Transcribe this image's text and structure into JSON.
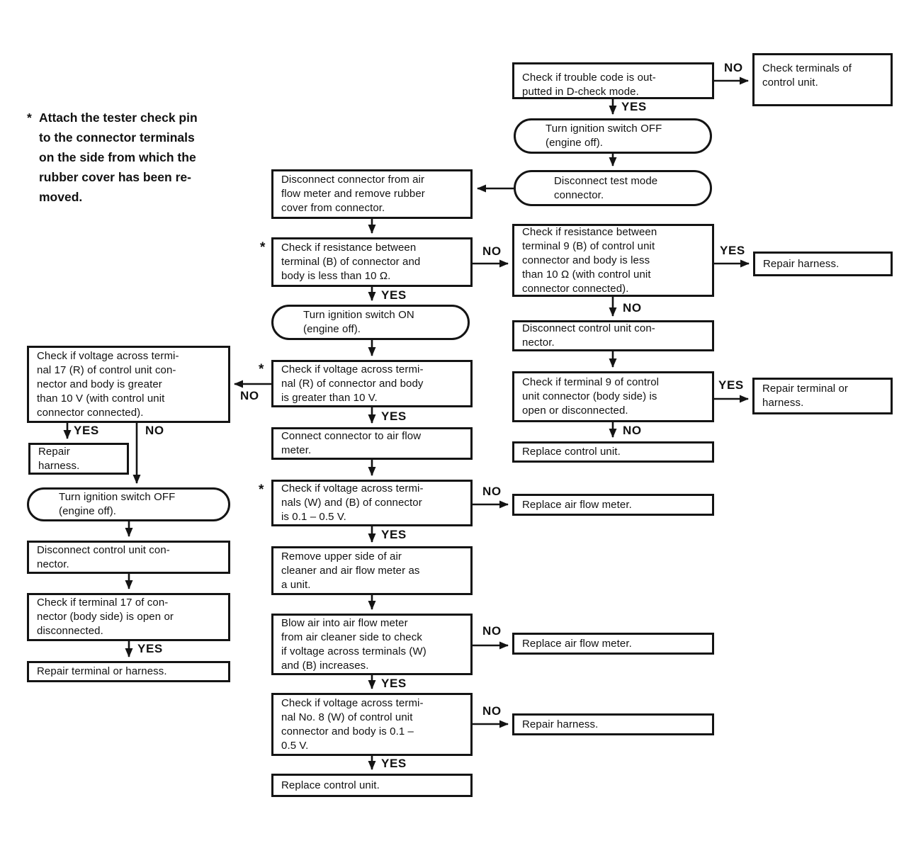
{
  "colors": {
    "ink": "#141414",
    "paper": "#ffffff"
  },
  "labels": {
    "yes": "YES",
    "no": "NO"
  },
  "note": {
    "marker": "*",
    "text": "Attach the tester check pin\nto the connector terminals\non the side from which the\nrubber cover has been re-\nmoved."
  },
  "nodes": {
    "trouble_code": {
      "shape": "process",
      "text": "Check if trouble code is out-\nputted in D-check mode."
    },
    "check_terminals": {
      "shape": "process",
      "text": "Check terminals of\ncontrol unit."
    },
    "ign_off_top": {
      "shape": "terminator",
      "text": "Turn ignition switch OFF\n(engine off)."
    },
    "disconnect_test_mode": {
      "shape": "terminator",
      "text": "Disconnect test mode\nconnector."
    },
    "disconnect_afm": {
      "shape": "process",
      "text": "Disconnect connector from air\nflow meter and remove rubber\ncover from connector."
    },
    "check_resistance_b": {
      "shape": "process",
      "footnote": true,
      "text": "Check if resistance between\nterminal (B) of connector and\nbody is less than 10 Ω."
    },
    "check_resistance_9": {
      "shape": "process",
      "text": "Check if resistance between\nterminal 9 (B) of control unit\nconnector and body is less\nthan 10 Ω (with control unit\nconnector connected)."
    },
    "repair_harness_right": {
      "shape": "process",
      "text": "Repair harness."
    },
    "disconnect_cu_right": {
      "shape": "process",
      "text": "Disconnect control unit con-\nnector."
    },
    "check_terminal_9": {
      "shape": "process",
      "text": "Check if terminal 9 of control\nunit connector (body side) is\nopen or disconnected."
    },
    "repair_terminal_right": {
      "shape": "process",
      "text": "Repair terminal or\nharness."
    },
    "replace_cu_right": {
      "shape": "process",
      "text": "Replace control unit."
    },
    "ign_on": {
      "shape": "terminator",
      "text": "Turn ignition switch ON\n(engine off)."
    },
    "check_voltage_r": {
      "shape": "process",
      "footnote": true,
      "text": "Check if voltage across termi-\nnal (R) of connector and body\nis greater than 10 V."
    },
    "check_voltage_17": {
      "shape": "process",
      "text": "Check if voltage across termi-\nnal 17 (R) of control unit con-\nnector and body is greater\nthan 10 V (with control unit\nconnector connected)."
    },
    "repair_harness_left": {
      "shape": "process",
      "text": "Repair\nharness."
    },
    "ign_off_left": {
      "shape": "terminator",
      "text": "Turn ignition switch OFF\n(engine off)."
    },
    "disconnect_cu_left": {
      "shape": "process",
      "text": "Disconnect control unit con-\nnector."
    },
    "check_terminal_17": {
      "shape": "process",
      "text": "Check if terminal 17 of con-\nnector (body side) is open or\ndisconnected."
    },
    "repair_terminal_left": {
      "shape": "process",
      "text": "Repair terminal or harness."
    },
    "connect_connector": {
      "shape": "process",
      "text": "Connect connector to air flow\nmeter."
    },
    "check_voltage_wb": {
      "shape": "process",
      "footnote": true,
      "text": "Check if voltage across termi-\nnals (W) and (B) of connector\nis 0.1 – 0.5 V."
    },
    "replace_afm_1": {
      "shape": "process",
      "text": "Replace air flow meter."
    },
    "remove_upper": {
      "shape": "process",
      "text": "Remove upper side of air\ncleaner and air flow meter as\na unit."
    },
    "blow_air": {
      "shape": "process",
      "text": "Blow air into air flow meter\nfrom air cleaner side to check\nif voltage across terminals (W)\nand (B) increases."
    },
    "replace_afm_2": {
      "shape": "process",
      "text": "Replace air flow meter."
    },
    "check_voltage_8": {
      "shape": "process",
      "text": "Check if voltage across termi-\nnal No. 8 (W) of control unit\nconnector and body is 0.1 –\n0.5 V."
    },
    "repair_harness_bottom": {
      "shape": "process",
      "text": "Repair harness."
    },
    "replace_cu_bottom": {
      "shape": "process",
      "text": "Replace control unit."
    }
  },
  "edges": [
    {
      "from": "trouble_code",
      "to": "check_terminals",
      "label": "NO"
    },
    {
      "from": "trouble_code",
      "to": "ign_off_top",
      "label": "YES"
    },
    {
      "from": "ign_off_top",
      "to": "disconnect_test_mode",
      "label": ""
    },
    {
      "from": "disconnect_test_mode",
      "to": "disconnect_afm",
      "label": ""
    },
    {
      "from": "disconnect_afm",
      "to": "check_resistance_b",
      "label": ""
    },
    {
      "from": "check_resistance_b",
      "to": "check_resistance_9",
      "label": "NO"
    },
    {
      "from": "check_resistance_b",
      "to": "ign_on",
      "label": "YES"
    },
    {
      "from": "check_resistance_9",
      "to": "repair_harness_right",
      "label": "YES"
    },
    {
      "from": "check_resistance_9",
      "to": "disconnect_cu_right",
      "label": "NO"
    },
    {
      "from": "disconnect_cu_right",
      "to": "check_terminal_9",
      "label": ""
    },
    {
      "from": "check_terminal_9",
      "to": "repair_terminal_right",
      "label": "YES"
    },
    {
      "from": "check_terminal_9",
      "to": "replace_cu_right",
      "label": "NO"
    },
    {
      "from": "ign_on",
      "to": "check_voltage_r",
      "label": ""
    },
    {
      "from": "check_voltage_r",
      "to": "check_voltage_17",
      "label": "NO"
    },
    {
      "from": "check_voltage_r",
      "to": "connect_connector",
      "label": "YES"
    },
    {
      "from": "check_voltage_17",
      "to": "repair_harness_left",
      "label": "YES"
    },
    {
      "from": "check_voltage_17",
      "to": "ign_off_left",
      "label": "NO"
    },
    {
      "from": "ign_off_left",
      "to": "disconnect_cu_left",
      "label": ""
    },
    {
      "from": "disconnect_cu_left",
      "to": "check_terminal_17",
      "label": ""
    },
    {
      "from": "check_terminal_17",
      "to": "repair_terminal_left",
      "label": "YES"
    },
    {
      "from": "connect_connector",
      "to": "check_voltage_wb",
      "label": ""
    },
    {
      "from": "check_voltage_wb",
      "to": "replace_afm_1",
      "label": "NO"
    },
    {
      "from": "check_voltage_wb",
      "to": "remove_upper",
      "label": "YES"
    },
    {
      "from": "remove_upper",
      "to": "blow_air",
      "label": ""
    },
    {
      "from": "blow_air",
      "to": "replace_afm_2",
      "label": "NO"
    },
    {
      "from": "blow_air",
      "to": "check_voltage_8",
      "label": "YES"
    },
    {
      "from": "check_voltage_8",
      "to": "repair_harness_bottom",
      "label": "NO"
    },
    {
      "from": "check_voltage_8",
      "to": "replace_cu_bottom",
      "label": "YES"
    }
  ]
}
